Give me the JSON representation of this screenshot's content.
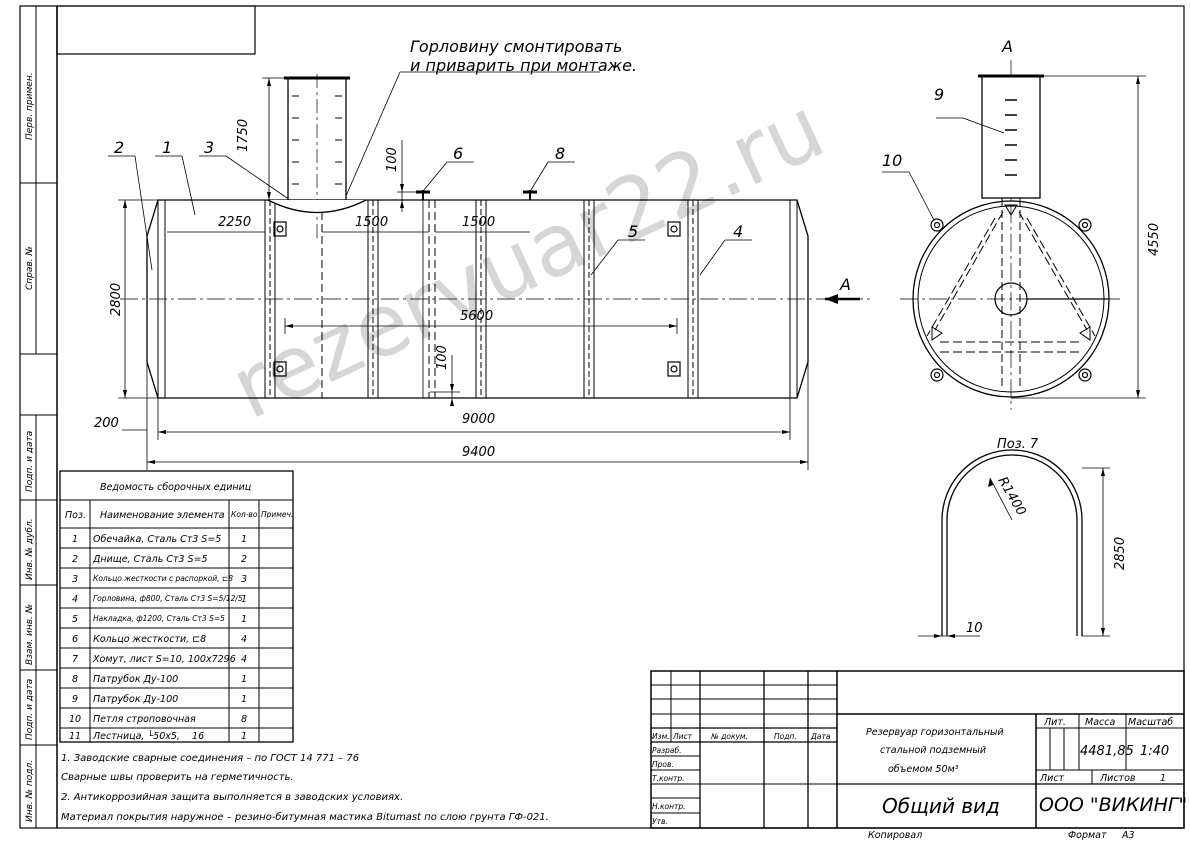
{
  "watermark": "rezervuar22.ru",
  "side_stamps": [
    "Перв. примен.",
    "Справ. №",
    "Подп. и дата",
    "Инв. № дубл.",
    "Взам. инв. №",
    "Подп. и дата",
    "Инв. № подл."
  ],
  "notes_top": [
    "Горловину смонтировать",
    "и приварить при монтаже."
  ],
  "section_label": "А",
  "pos7_label": "Поз. 7",
  "callouts": [
    "1",
    "2",
    "3",
    "4",
    "5",
    "6",
    "8",
    "9",
    "10"
  ],
  "dims": {
    "d1750": "1750",
    "d100a": "100",
    "d2250": "2250",
    "d1500a": "1500",
    "d1500b": "1500",
    "d2800": "2800",
    "d5600": "5600",
    "d100b": "100",
    "d9000": "9000",
    "d200": "200",
    "d9400": "9400",
    "d4550": "4550",
    "r1400": "R1400",
    "d2850": "2850",
    "d10": "10"
  },
  "parts_table": {
    "title": "Ведомость сборочных единиц",
    "headers": [
      "Поз.",
      "Наименование элемента",
      "Кол-во",
      "Примеч."
    ],
    "rows": [
      [
        "1",
        "Обечайка, Сталь Ст3 S=5",
        "1",
        ""
      ],
      [
        "2",
        "Днище, Сталь Ст3 S=5",
        "2",
        ""
      ],
      [
        "3",
        "Кольцо жесткости с распоркой, ⊏8",
        "3",
        ""
      ],
      [
        "4",
        "Горловина, ф800, Сталь Ст3 S=5/12/5",
        "1",
        ""
      ],
      [
        "5",
        "Накладка, ф1200, Сталь Ст3 S=5",
        "1",
        ""
      ],
      [
        "6",
        "Кольцо жесткости, ⊏8",
        "4",
        ""
      ],
      [
        "7",
        "Хомут, лист S=10, 100х7296",
        "4",
        ""
      ],
      [
        "8",
        "Патрубок Ду-100",
        "1",
        ""
      ],
      [
        "9",
        "Патрубок Ду-100",
        "1",
        ""
      ],
      [
        "10",
        "Петля строповочная",
        "8",
        ""
      ],
      [
        "11",
        "Лестница, └50х5,    16",
        "1",
        ""
      ]
    ]
  },
  "notes": [
    "1. Заводские сварные соединения – по ГОСТ 14 771 – 76",
    "Сварные швы проверить на герметичность.",
    "2. Антикоррозийная защита выполняется в заводских условиях.",
    "Материал покрытия наружное – резино-битумная мастика Bitumast по слою грунта ГФ-021."
  ],
  "title_block": {
    "col_headers": [
      "Изм.",
      "Лист",
      "№ докум.",
      "Подп.",
      "Дата"
    ],
    "roles": [
      "Разраб.",
      "Пров.",
      "Т.контр.",
      "",
      "Н.контр.",
      "Утв."
    ],
    "description": [
      "Резервуар горизонтальный",
      "стальной подземный",
      "объемом 50м³"
    ],
    "drawing_name": "Общий вид",
    "company": "ООО \"ВИКИНГ\"",
    "lit_label": "Лит.",
    "mass_label": "Масса",
    "scale_label": "Масштаб",
    "mass": "4481,85",
    "scale": "1:40",
    "sheet_label": "Лист",
    "sheets_label": "Листов",
    "sheets": "1",
    "copied": "Копировал",
    "format_label": "Формат",
    "format": "А3"
  }
}
